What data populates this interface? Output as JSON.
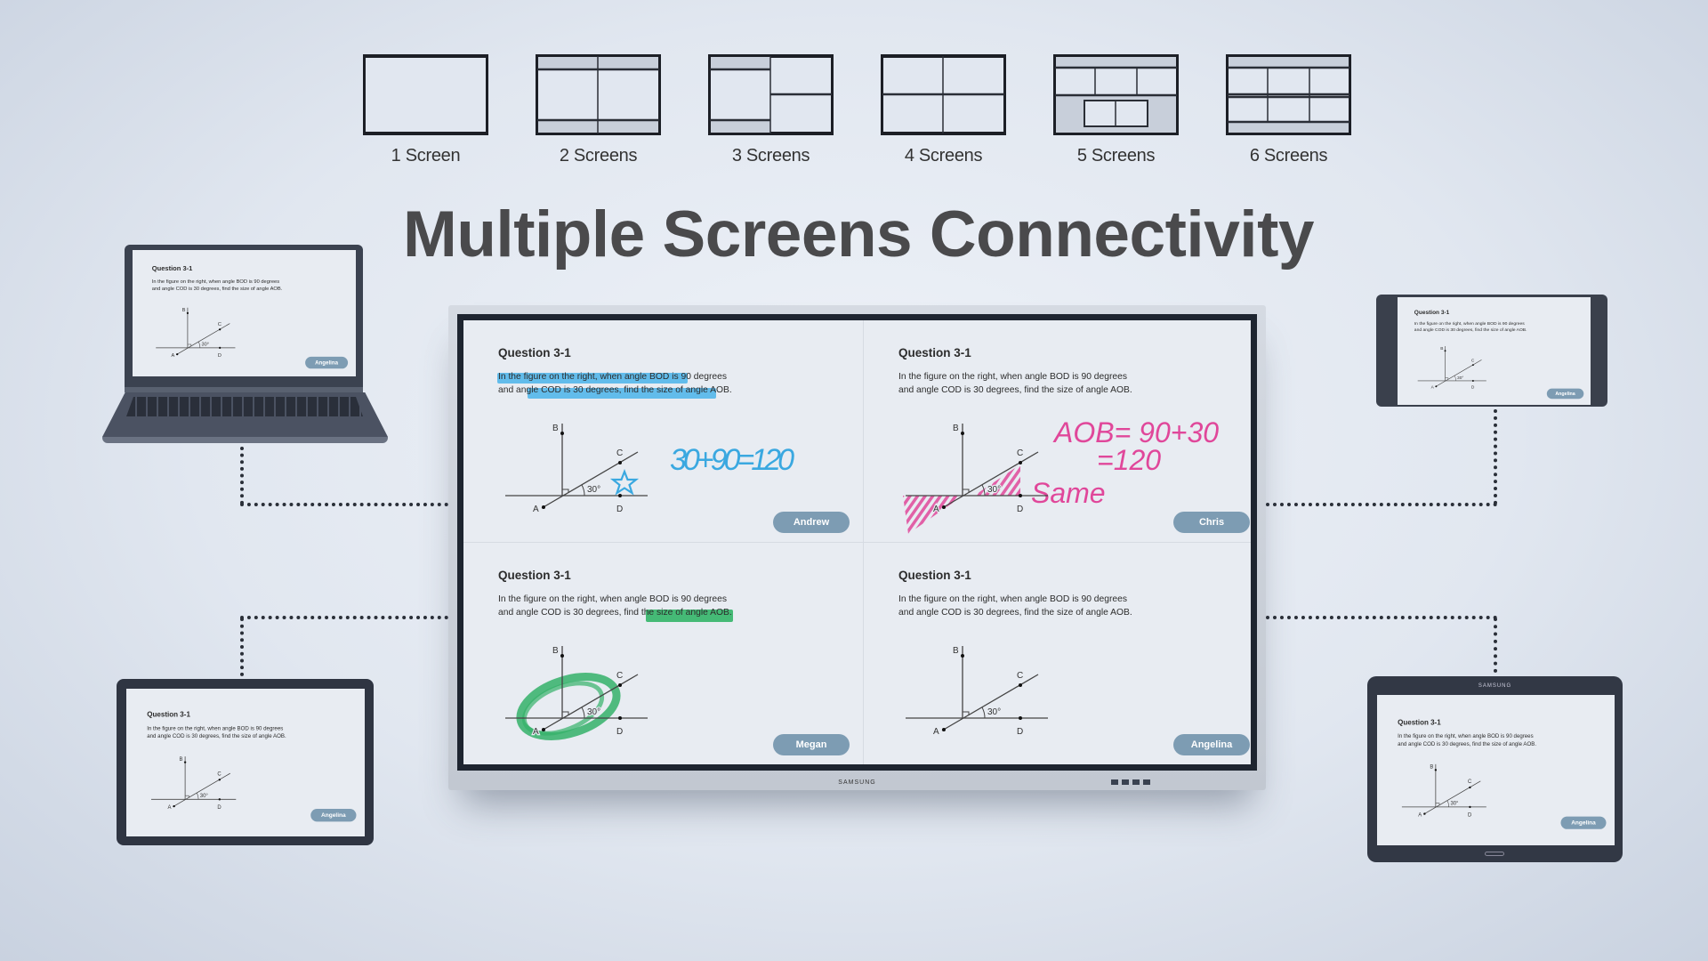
{
  "layouts": [
    {
      "label": "1 Screen",
      "icon": "layout-1-icon"
    },
    {
      "label": "2 Screens",
      "icon": "layout-2-icon"
    },
    {
      "label": "3 Screens",
      "icon": "layout-3-icon"
    },
    {
      "label": "4 Screens",
      "icon": "layout-4-icon"
    },
    {
      "label": "5 Screens",
      "icon": "layout-5-icon"
    },
    {
      "label": "6 Screens",
      "icon": "layout-6-icon"
    }
  ],
  "title": "Multiple Screens Connectivity",
  "monitor": {
    "brand": "SAMSUNG"
  },
  "tablet_brand": "SAMSUNG",
  "colors": {
    "blue_ink": "#3aa8e0",
    "pink_ink": "#e0479a",
    "green_ink": "#34b26a",
    "button": "#7d9cb3"
  },
  "cards": [
    {
      "title": "Question 3-1",
      "line1": "In the figure on the right, when angle BOD is 90 degrees",
      "line2": "and angle COD is 30 degrees, find the size of angle AOB.",
      "A": "A",
      "B": "B",
      "C": "C",
      "D": "D",
      "angle": "30°",
      "student": "Andrew",
      "ink": [
        "30+90=120"
      ]
    },
    {
      "title": "Question 3-1",
      "line1": "In the figure on the right, when angle BOD is 90 degrees",
      "line2": "and angle COD is 30 degrees, find the size of angle AOB.",
      "A": "A",
      "B": "B",
      "C": "C",
      "D": "D",
      "angle": "30°",
      "student": "Chris",
      "ink": [
        "AOB= 90+30",
        "=120",
        "Same"
      ]
    },
    {
      "title": "Question 3-1",
      "line1": "In the figure on the right, when angle BOD is 90 degrees",
      "line2": "and angle COD is 30 degrees, find the size of angle AOB.",
      "A": "A",
      "B": "B",
      "C": "C",
      "D": "D",
      "angle": "30°",
      "student": "Megan"
    },
    {
      "title": "Question 3-1",
      "line1": "In the figure on the right, when angle BOD is 90 degrees",
      "line2": "and angle COD is 30 degrees, find the size of angle AOB.",
      "A": "A",
      "B": "B",
      "C": "C",
      "D": "D",
      "angle": "30°",
      "student": "Angelina"
    },
    {
      "title": "Question 3-1",
      "line1": "In the figure on the right, when angle BOD is 90 degrees",
      "line2": "and angle COD is 30 degrees, find the size of angle AOB.",
      "A": "A",
      "B": "B",
      "C": "C",
      "D": "D",
      "angle": "30°",
      "student": "Angelina"
    },
    {
      "title": "Question 3-1",
      "line1": "In the figure on the right, when angle BOD is 90 degrees",
      "line2": "and angle COD is 30 degrees, find the size of angle AOB.",
      "A": "A",
      "B": "B",
      "C": "C",
      "D": "D",
      "angle": "30°",
      "student": "Angelina"
    },
    {
      "title": "Question 3-1",
      "line1": "In the figure on the right, when angle BOD is 90 degrees",
      "line2": "and angle COD is 30 degrees, find the size of angle AOB.",
      "A": "A",
      "B": "B",
      "C": "C",
      "D": "D",
      "angle": "30°",
      "student": "Angelina"
    },
    {
      "title": "Question 3-1",
      "line1": "In the figure on the right, when angle BOD is 90 degrees",
      "line2": "and angle COD is 30 degrees, find the size of angle AOB.",
      "A": "A",
      "B": "B",
      "C": "C",
      "D": "D",
      "angle": "30°",
      "student": "Angelina"
    }
  ]
}
